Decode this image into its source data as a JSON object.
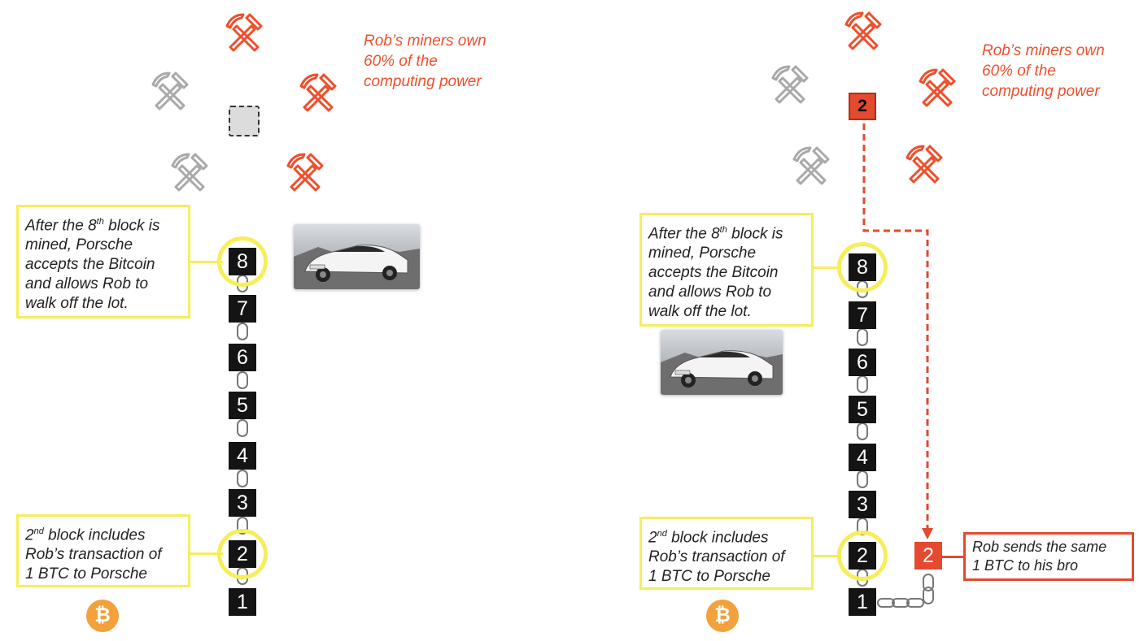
{
  "icons": {
    "mining": "pickaxe-hammer-icon",
    "car": "porsche-car-image",
    "coin": "bitcoin-coin-icon"
  },
  "colors": {
    "attacker": "#ee4f2c",
    "honest_miner": "#a9a9a9",
    "highlight": "#f6ee5b",
    "block": "#141414"
  },
  "left": {
    "miners_note": [
      "Rob’s miners own",
      "60% of the",
      "computing power"
    ],
    "callout_top": {
      "line1_a": "After the 8",
      "line1_sup": "th",
      "line1_b": " block is",
      "line2": "mined, Porsche",
      "line3": "accepts the Bitcoin",
      "line4": "and allows Rob to",
      "line5": "walk off the lot."
    },
    "callout_bottom": {
      "line1_a": "2",
      "line1_sup": "nd",
      "line1_b": " block includes",
      "line2": "Rob’s transaction of",
      "line3": "1 BTC to Porsche"
    },
    "blocks": [
      "8",
      "7",
      "6",
      "5",
      "4",
      "3",
      "2",
      "1"
    ],
    "coin": "₿"
  },
  "right": {
    "miners_note": [
      "Rob’s miners own",
      "60% of the",
      "computing power"
    ],
    "attacker_block_top": "2",
    "callout_top": {
      "line1_a": "After the 8",
      "line1_sup": "th",
      "line1_b": " block is",
      "line2": "mined, Porsche",
      "line3": "accepts the Bitcoin",
      "line4": "and allows Rob to",
      "line5": "walk off the lot."
    },
    "callout_bottom": {
      "line1_a": "2",
      "line1_sup": "nd",
      "line1_b": " block includes",
      "line2": "Rob’s transaction of",
      "line3": "1 BTC to Porsche"
    },
    "blocks": [
      "8",
      "7",
      "6",
      "5",
      "4",
      "3",
      "2",
      "1"
    ],
    "alt_block": "2",
    "alt_note": [
      "Rob sends the same",
      "1 BTC to his bro"
    ],
    "coin": "₿"
  }
}
